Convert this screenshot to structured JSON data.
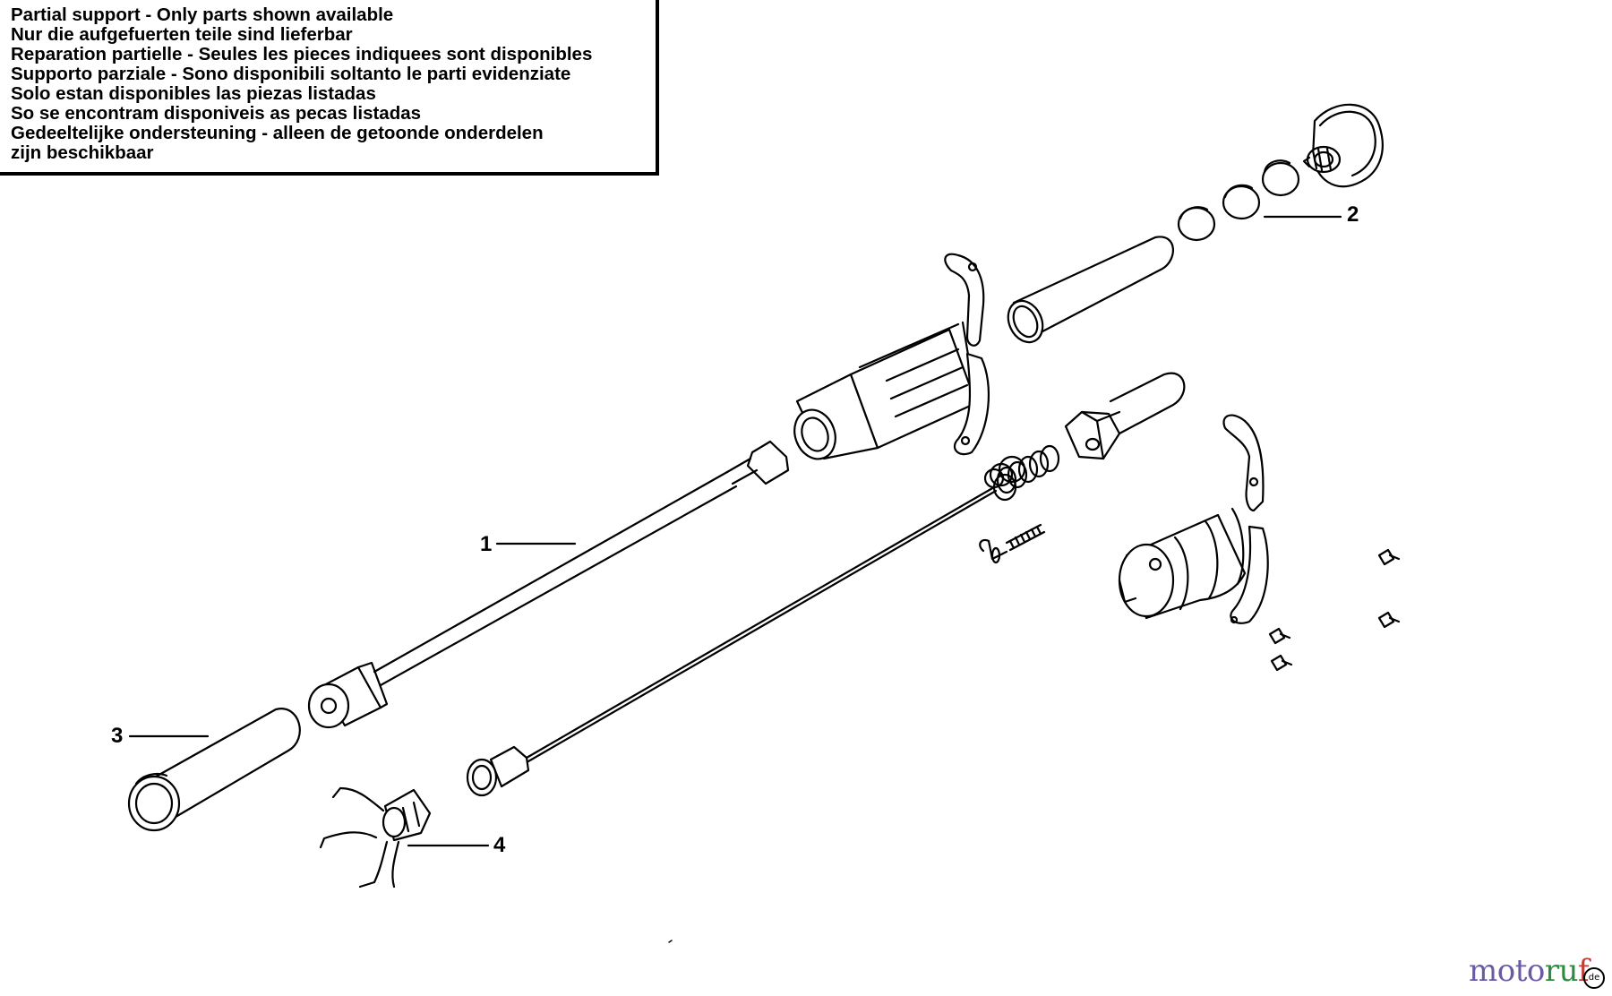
{
  "notice": {
    "lines": [
      "Partial support - Only parts shown available",
      "Nur die aufgefuerten teile sind lieferbar",
      "Reparation partielle - Seules les pieces indiquees sont disponibles",
      "Supporto parziale - Sono disponibili soltanto le parti evidenziate",
      "Solo estan disponibles las piezas listadas",
      "So se encontram disponiveis as pecas listadas",
      "Gedeeltelijke ondersteuning - alleen de getoonde onderdelen",
      "zijn beschikbaar"
    ]
  },
  "callouts": {
    "c1": "1",
    "c2": "2",
    "c3": "3",
    "c4": "4"
  },
  "watermark": {
    "part1": "moto",
    "part2": "ru",
    "part3": "f",
    "mark": "de"
  }
}
